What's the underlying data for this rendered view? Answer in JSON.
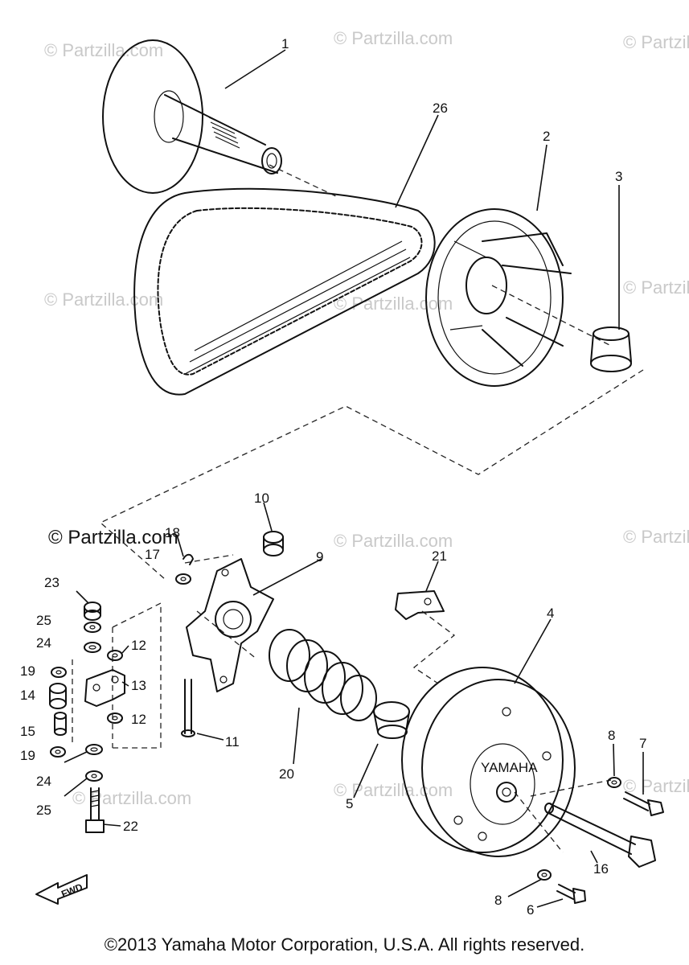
{
  "watermark_text": "© Partzilla.com",
  "watermark_primary": "© Partzilla.com",
  "fwd_label": "FWD",
  "emblem_text": "YAMAHA",
  "copyright": "©2013 Yamaha Motor Corporation, U.S.A. All rights reserved.",
  "callouts": {
    "c1": "1",
    "c2": "2",
    "c3": "3",
    "c4": "4",
    "c5": "5",
    "c6": "6",
    "c7": "7",
    "c8a": "8",
    "c8b": "8",
    "c9": "9",
    "c10": "10",
    "c11": "11",
    "c12a": "12",
    "c12b": "12",
    "c13": "13",
    "c14": "14",
    "c15": "15",
    "c16": "16",
    "c17": "17",
    "c18": "18",
    "c19a": "19",
    "c19b": "19",
    "c20": "20",
    "c21": "21",
    "c22": "22",
    "c23": "23",
    "c24a": "24",
    "c24b": "24",
    "c25a": "25",
    "c25b": "25",
    "c26": "26"
  }
}
